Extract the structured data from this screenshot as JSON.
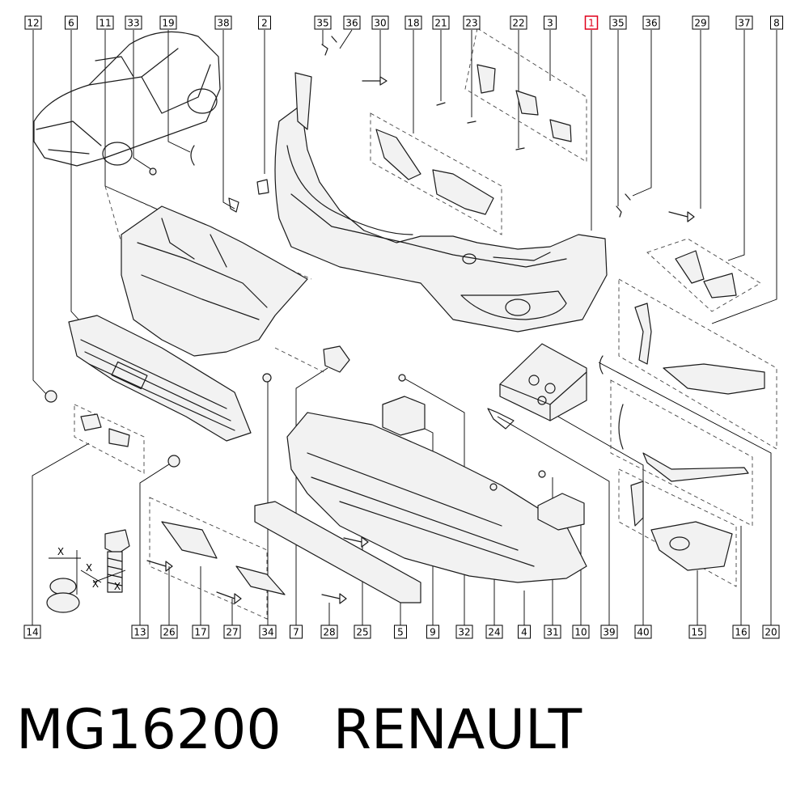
{
  "callouts": [
    {
      "id": "12"
    },
    {
      "id": "6"
    },
    {
      "id": "11"
    },
    {
      "id": "33"
    },
    {
      "id": "19"
    },
    {
      "id": "38"
    },
    {
      "id": "2"
    },
    {
      "id": "35"
    },
    {
      "id": "36"
    },
    {
      "id": "30"
    },
    {
      "id": "18"
    },
    {
      "id": "21"
    },
    {
      "id": "23"
    },
    {
      "id": "22"
    },
    {
      "id": "3"
    },
    {
      "id": "1",
      "highlight": true
    },
    {
      "id": "35"
    },
    {
      "id": "36"
    },
    {
      "id": "29"
    },
    {
      "id": "37"
    },
    {
      "id": "8"
    },
    {
      "id": "14"
    },
    {
      "id": "13"
    },
    {
      "id": "26"
    },
    {
      "id": "17"
    },
    {
      "id": "27"
    },
    {
      "id": "34"
    },
    {
      "id": "7"
    },
    {
      "id": "28"
    },
    {
      "id": "25"
    },
    {
      "id": "5"
    },
    {
      "id": "9"
    },
    {
      "id": "32"
    },
    {
      "id": "24"
    },
    {
      "id": "4"
    },
    {
      "id": "31"
    },
    {
      "id": "10"
    },
    {
      "id": "39"
    },
    {
      "id": "40"
    },
    {
      "id": "15"
    },
    {
      "id": "16"
    },
    {
      "id": "20"
    }
  ],
  "caption": {
    "part_number": "MG16200",
    "brand": "RENAULT"
  },
  "axis_marks": [
    "X",
    "X",
    "X",
    "X"
  ],
  "colors": {
    "highlight": "#e0001b",
    "line": "#1a1a1a",
    "background": "#ffffff"
  }
}
